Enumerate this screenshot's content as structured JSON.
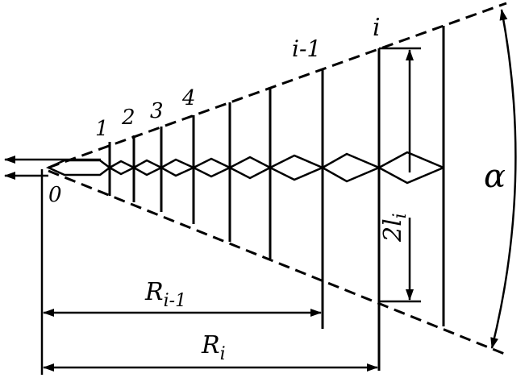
{
  "labels": {
    "origin": "0",
    "n1": "1",
    "n2": "2",
    "n3": "3",
    "n4": "4",
    "prev": "i-1",
    "cur": "i",
    "half_length": "2l",
    "half_length_sub": "i",
    "r_prev": "R",
    "r_prev_sub": "i-1",
    "r_cur": "R",
    "r_cur_sub": "i",
    "angle": "α"
  },
  "colors": {
    "ink": "#000000",
    "paper": "#ffffff"
  }
}
